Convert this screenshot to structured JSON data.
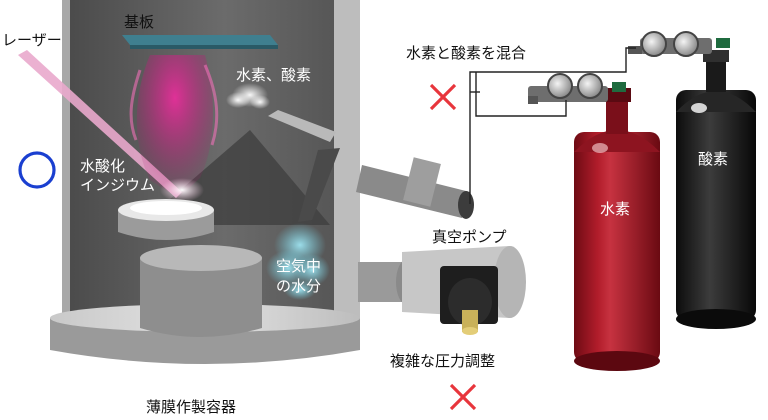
{
  "labels": {
    "laser": "レーザー",
    "substrate": "基板",
    "h2_o2": "水素、酸素",
    "indium_hydroxide_line1": "水酸化",
    "indium_hydroxide_line2": "インジウム",
    "moisture_line1": "空気中",
    "moisture_line2": "の水分",
    "vacuum_pump": "真空ポンプ",
    "pressure_control": "複雑な圧力調整",
    "gas_mixing": "水素と酸素を混合",
    "chamber": "薄膜作製容器",
    "hydrogen": "水素",
    "oxygen": "酸素"
  },
  "marks": {
    "good_symbol": "circle",
    "bad_symbol": "cross",
    "good_color": "#1a3fd0",
    "bad_color": "#e8353c"
  },
  "colors": {
    "plume": "#d6238c",
    "moisture": "#7fd6e6",
    "hydrogen_cylinder": "#9c1420",
    "oxygen_cylinder": "#161616",
    "laser_beam": "#e9a8cc"
  }
}
